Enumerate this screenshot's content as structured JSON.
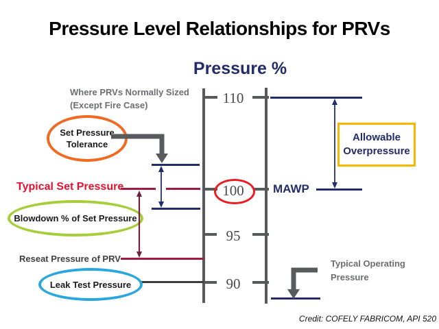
{
  "title": "Pressure Level Relationships for PRVs",
  "axis": {
    "label": "Pressure %",
    "ticks": [
      "110",
      "100",
      "95",
      "90"
    ]
  },
  "left": {
    "sizing_line1": "Where PRVs Normally Sized",
    "sizing_line2": "(Except Fire Case)",
    "tolerance_line1": "Set Pressure",
    "tolerance_line2": "Tolerance",
    "typical_set": "Typical Set Pressure",
    "blowdown": "Blowdown % of Set Pressure",
    "reseat": "Reseat Pressure of PRV",
    "leak": "Leak Test Pressure"
  },
  "right": {
    "mawp": "MAWP",
    "overpressure_line1": "Allowable",
    "overpressure_line2": "Overpressure",
    "operating_line1": "Typical Operating",
    "operating_line2": "Pressure"
  },
  "credit": "Credit: COFELY FABRICOM, API 520",
  "colors": {
    "navy": "#232C6A",
    "red": "#E8112D",
    "maroon": "#A11C3C",
    "maroon_dark": "#6B2140",
    "orange": "#F26A21",
    "green": "#A6CE39",
    "blue": "#29A8E0",
    "yellow": "#F5B700",
    "red_ellipse": "#EC1C24",
    "gray": "#6D6E71",
    "axis_gray": "#58595B",
    "gray_dark": "#595A5C",
    "number_gray": "#4A4A4C",
    "ink": "#111111"
  }
}
